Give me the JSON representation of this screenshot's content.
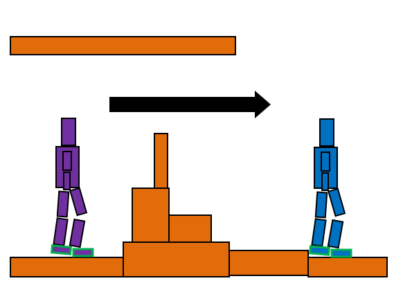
{
  "scene": {
    "background_color": "#ffffff",
    "terrain_color": "#e36c0a",
    "outline_color": "#000000",
    "arrow_color": "#000000",
    "direction": "right"
  },
  "characters": [
    {
      "id": "left-walker",
      "role": "start-pose",
      "body_color": "#7030a0",
      "foot_outline_color": "#00b050"
    },
    {
      "id": "right-walker",
      "role": "end-pose",
      "body_color": "#0070c0",
      "foot_outline_color": "#00b050"
    }
  ],
  "icons": {
    "arrow": "right-arrow-icon"
  }
}
